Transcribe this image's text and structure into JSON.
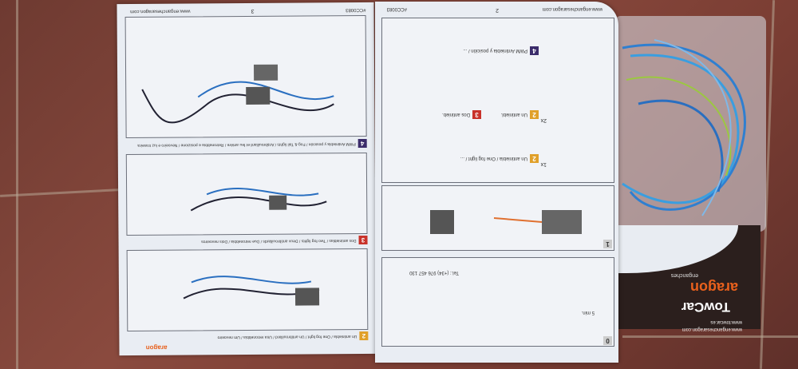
{
  "left_page": {
    "page_number": "3",
    "website": "www.enganchesaragon.com",
    "code": "#CC0083",
    "section_4_badge": "4",
    "section_4_title": "PWM Antiniebla y posición / Fog & Tail lights / Antibrouillard et feu arrière / Retronebbia e posizione / Nevoeiro e luz traseira",
    "section_3_badge": "3",
    "section_3_title": "Dos antinieblas / Two fog lights / Deux antibrouillards / Due retronebbia / Dois nevoeiros",
    "section_2_badge": "2",
    "section_2_title": "Un antiniebla / One fog light / Un antibrouillard / Una retronebbia / Um nevoeiro",
    "brand": "aragon"
  },
  "right_page": {
    "page_number": "2",
    "website": "www.enganchesaragon.com",
    "code": "#CC0083",
    "row_pwm_label": "PWM Antiniebla y posición / ...",
    "row_pwm_badge": "4",
    "row_two_label_a": "Un antiniebl.",
    "row_two_badge_a": "2",
    "row_two_label_b": "Dos antinieb.",
    "row_two_badge_b": "3",
    "row_one_label": "Un antiniebla / One fog light / ...",
    "row_one_badge": "2",
    "count_1x": "1x",
    "count_2x": "2x",
    "step_1": "1",
    "step_0": "0",
    "phone": "Tel.: (+34) 976 457 130",
    "time": "5 min."
  },
  "package_label": {
    "brand_small": "enganches",
    "brand": "aragon",
    "brand2": "TowCar",
    "url1": "www.enganchesaragon.com",
    "url2": "www.towcar.es"
  },
  "colors": {
    "badge_orange": "#e0a02a",
    "badge_red": "#c8322a",
    "badge_purple": "#3b2c6b",
    "brand_orange": "#e8601c",
    "tile": "#7a3d33"
  }
}
